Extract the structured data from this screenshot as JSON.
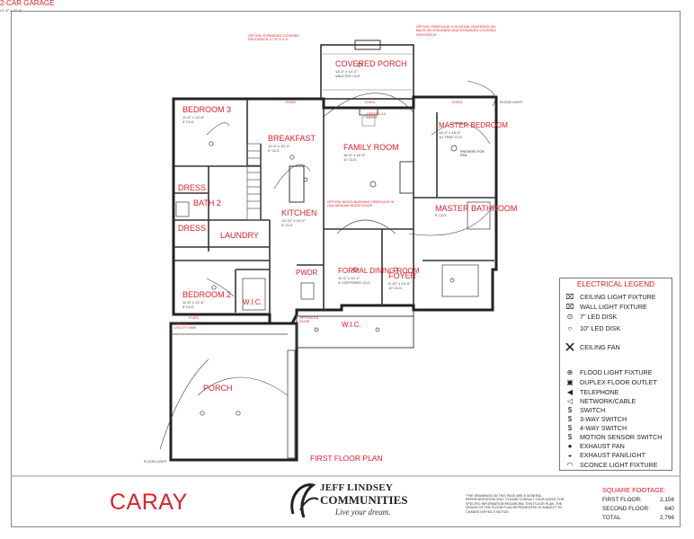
{
  "plan": {
    "title": "FIRST FLOOR PLAN",
    "name": "CARAY",
    "rooms": [
      {
        "name": "COVERED PORCH",
        "dims": "13'-0\" x 14'-0\"",
        "note": "VAULTED CLG."
      },
      {
        "name": "BEDROOM 3",
        "dims": "11'-6\" x 12'-6\"",
        "note": "9' CLG."
      },
      {
        "name": "BREAKFAST",
        "dims": "11'-0\" x 10'-0\"",
        "note": "9' CLG."
      },
      {
        "name": "FAMILY ROOM",
        "dims": "16'-6\" x 16'-0\"",
        "note": "11' CLG."
      },
      {
        "name": "MASTER BEDROOM",
        "dims": "14'-0\" x 16'-0\"",
        "note": "10' TRAY CLG."
      },
      {
        "name": "DRESS"
      },
      {
        "name": "BATH 2"
      },
      {
        "name": "DRESS"
      },
      {
        "name": "LAUNDRY"
      },
      {
        "name": "KITCHEN",
        "dims": "13'-10\" x 10'-0\"",
        "note": "9' CLG."
      },
      {
        "name": "MASTER BATHROOM",
        "note": "9' CLG."
      },
      {
        "name": "BEDROOM 2",
        "dims": "11'-6\" x 12'-6\"",
        "note": "9' CLG."
      },
      {
        "name": "W.I.C."
      },
      {
        "name": "PWDR"
      },
      {
        "name": "FORMAL DINING ROOM",
        "dims": "11'-0\" x 10'-0\"",
        "note": "9' COFFERED CLG."
      },
      {
        "name": "FOYER",
        "dims": "5'-10\" x 14'-0\"",
        "note": "10' CLG."
      },
      {
        "name": "W.I.C."
      },
      {
        "name": "PORCH"
      },
      {
        "name": "2-CAR GARAGE",
        "dims": "21'-6\" x 27'-0\""
      }
    ],
    "notes": {
      "patio": "OPTION: EXPANDED COVERED PATIO/DECK 17'-8\" X 4'-0\"",
      "fireplace": "OPTION: FIREPLACE *LOCATION CENTERED ON BACK ON STANDARD AND EXPANDED COVERED PATIO/DECK",
      "flood_light_tr": "FLOOD LIGHT",
      "fixed_1": "FIXED",
      "fixed_2": "FIXED",
      "fixed_3": "FIXED",
      "fixed_4": "FIXED",
      "door_option": "OPTION 3-0 DOOR",
      "prewire_fan": "PREWIRE FOR FAN",
      "wood_fireplace": "OPTION: WOOD BURNING FIREPLACE IN OAK MEDIUM WOOD DOOR",
      "utility_sink": "OPTION: UTILITY SINK",
      "door_3_0": "OPTION 3-0 DOOR",
      "flood_light_bl": "FLOOD LIGHT"
    }
  },
  "legend": {
    "title": "ELECTRICAL LEGEND",
    "items": [
      {
        "icon": "ceiling-light-icon",
        "glyph": "⌧",
        "label": "CEILING LIGHT FIXTURE"
      },
      {
        "icon": "wall-light-icon",
        "glyph": "⌧",
        "label": "WALL LIGHT FIXTURE"
      },
      {
        "icon": "led-disk-7-icon",
        "glyph": "⊙",
        "label": "7\" LED DISK"
      },
      {
        "icon": "led-disk-10-icon",
        "glyph": "○",
        "label": "10\" LED DISK"
      },
      {
        "icon": "ceiling-fan-icon",
        "glyph": "✕",
        "label": "CEILING FAN"
      },
      {
        "icon": "flood-light-icon",
        "glyph": "⊕",
        "label": "FLOOD LIGHT FIXTURE"
      },
      {
        "icon": "duplex-floor-outlet-icon",
        "glyph": "▣",
        "label": "DUPLEX FLOOR OUTLET"
      },
      {
        "icon": "telephone-icon",
        "glyph": "◀",
        "label": "TELEPHONE"
      },
      {
        "icon": "network-icon",
        "glyph": "◁",
        "label": "NETWORK/CABLE"
      },
      {
        "icon": "switch-icon",
        "glyph": "$",
        "label": "SWITCH"
      },
      {
        "icon": "three-way-switch-icon",
        "glyph": "$",
        "label": "3-WAY SWITCH"
      },
      {
        "icon": "four-way-switch-icon",
        "glyph": "$",
        "label": "4-WAY SWITCH"
      },
      {
        "icon": "motion-sensor-icon",
        "glyph": "$",
        "label": "MOTION SENSOR SWITCH"
      },
      {
        "icon": "exhaust-fan-icon",
        "glyph": "●",
        "label": "EXHAUST FAN"
      },
      {
        "icon": "exhaust-fan-light-icon",
        "glyph": "◒",
        "label": "EXHAUST FAN/LIGHT"
      },
      {
        "icon": "sconce-icon",
        "glyph": "◠",
        "label": "SCONCE LIGHT FIXTURE"
      }
    ]
  },
  "brand": {
    "line1": "JEFF LINDSEY",
    "line2": "COMMUNITIES",
    "tagline": "Live your dream."
  },
  "disclaimer": "*THE DRAWINGS ON THIS PAGE ARE A GENERAL REPRESENTATION ONLY. PLEASE CONSULT YOUR AGENT FOR SPECIFIC INFORMATION REGARDING THIS FLOOR PLAN. THE DESIGN OF THE FLOOR PLAN REPRESENTED IS SUBJECT TO CHANGE WITHOUT NOTICE",
  "square_footage": {
    "title": "SQUARE FOOTAGE:",
    "rows": [
      {
        "label": "FIRST FLOOR:",
        "value": "2,156"
      },
      {
        "label": "SECOND FLOOR:",
        "value": "640"
      },
      {
        "label": "TOTAL:",
        "value": "2,796"
      }
    ]
  },
  "colors": {
    "accent_red": "#e0202a",
    "wall": "#222222"
  }
}
